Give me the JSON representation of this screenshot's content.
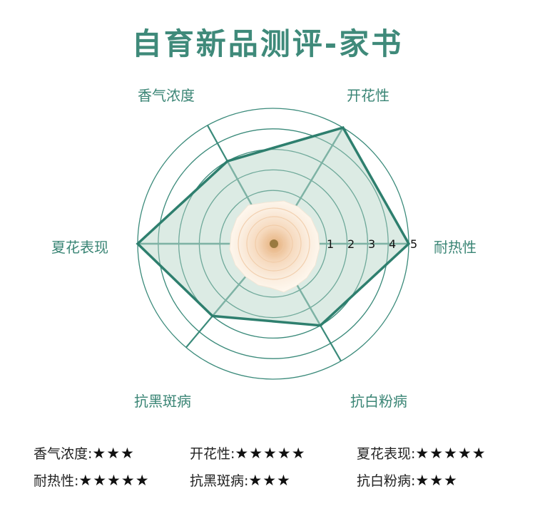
{
  "header": {
    "title": "自育新品测评-家书"
  },
  "chart_data": {
    "type": "radar",
    "title": "自育新品测评-家书",
    "axes": [
      "耐热性",
      "抗白粉病",
      "抗黑斑病",
      "夏花表现",
      "香气浓度",
      "开花性"
    ],
    "values": [
      5,
      3,
      3,
      5,
      3,
      5
    ],
    "scale_ticks": [
      "1",
      "2",
      "3",
      "4",
      "5"
    ],
    "range": [
      0,
      5
    ],
    "colors": {
      "stroke": "#2e7f6e",
      "fill": "#dcebe4",
      "grid": "#3a8a7a",
      "label": "#3a8575"
    }
  },
  "axis_labels": {
    "heat": "耐热性",
    "powdery": "抗白粉病",
    "blackspot": "抗黑斑病",
    "summer": "夏花表现",
    "fragrance": "香气浓度",
    "bloom": "开花性"
  },
  "ticks": [
    "1",
    "2",
    "3",
    "4",
    "5"
  ],
  "center_image": "rose-flower",
  "legend": [
    {
      "label": "香气浓度:",
      "stars": "★★★"
    },
    {
      "label": "开花性:",
      "stars": "★★★★★"
    },
    {
      "label": "夏花表现:",
      "stars": "★★★★★"
    },
    {
      "label": "耐热性:",
      "stars": "★★★★★"
    },
    {
      "label": "抗黑斑病:",
      "stars": "★★★"
    },
    {
      "label": "抗白粉病:",
      "stars": "★★★"
    }
  ]
}
